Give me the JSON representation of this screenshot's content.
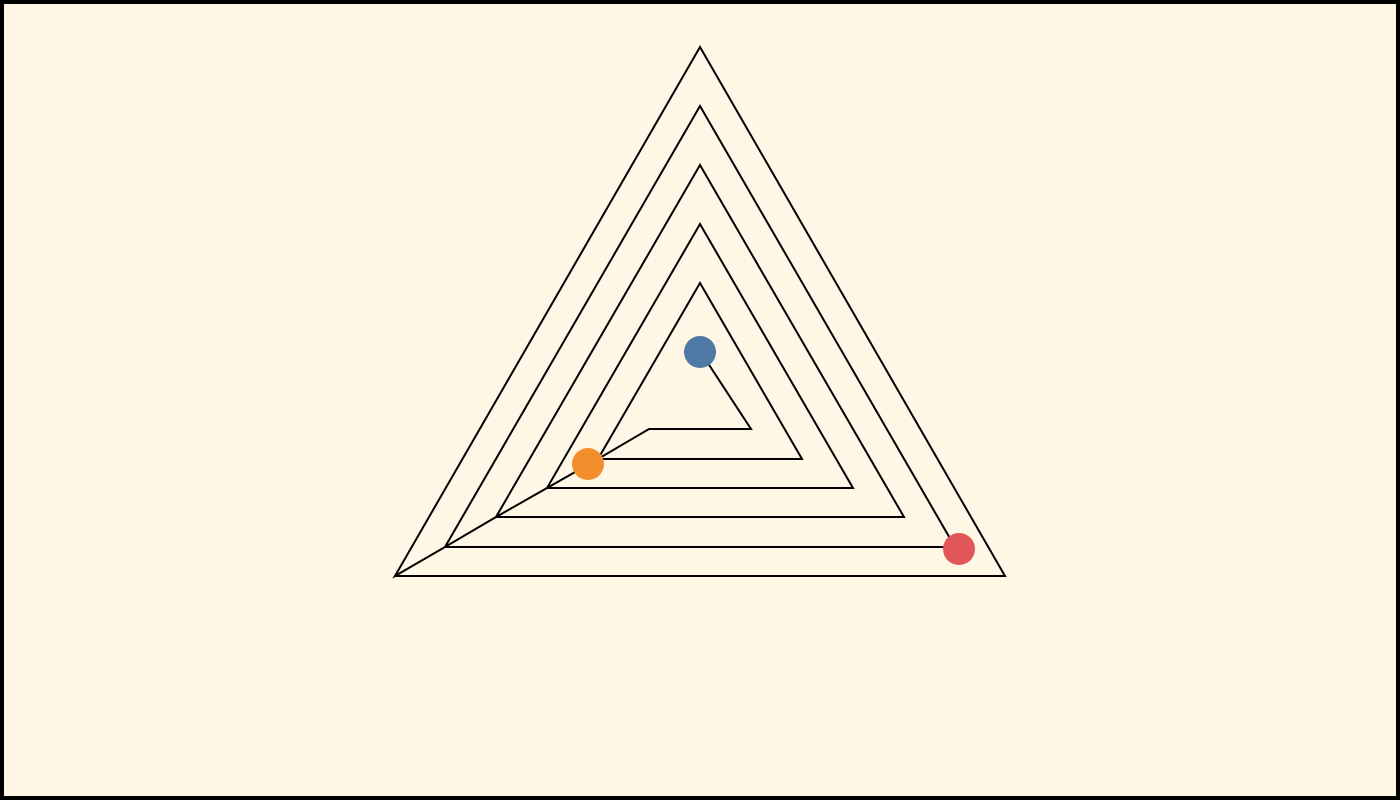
{
  "scene": {
    "background_color": "#fff7e6",
    "border_color": "#000000",
    "line_color": "#000000"
  },
  "tokens": [
    {
      "name": "blue-token",
      "color": "#4e79a7"
    },
    {
      "name": "orange-token",
      "color": "#f28e2b"
    },
    {
      "name": "red-token",
      "color": "#e15759"
    }
  ]
}
